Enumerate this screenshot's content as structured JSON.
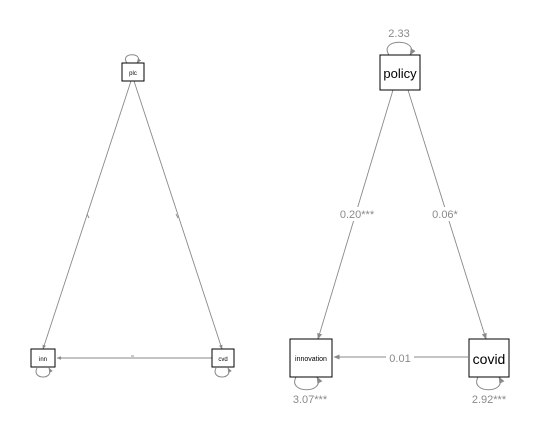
{
  "left_diagram": {
    "nodes": {
      "top": "plc",
      "bottom_left": "inn",
      "bottom_right": "cvd"
    }
  },
  "right_diagram": {
    "nodes": {
      "top": "policy",
      "bottom_left": "innovation",
      "bottom_right": "covid"
    },
    "variances": {
      "policy": "2.33",
      "innovation": "3.07***",
      "covid": "2.92***"
    },
    "paths": {
      "policy_to_innovation": "0.20***",
      "policy_to_covid": "0.06*",
      "covid_to_innovation": "0.01"
    }
  },
  "colors": {
    "edge": "#8a8a8a",
    "node_border": "#000000",
    "background": "#ffffff"
  }
}
